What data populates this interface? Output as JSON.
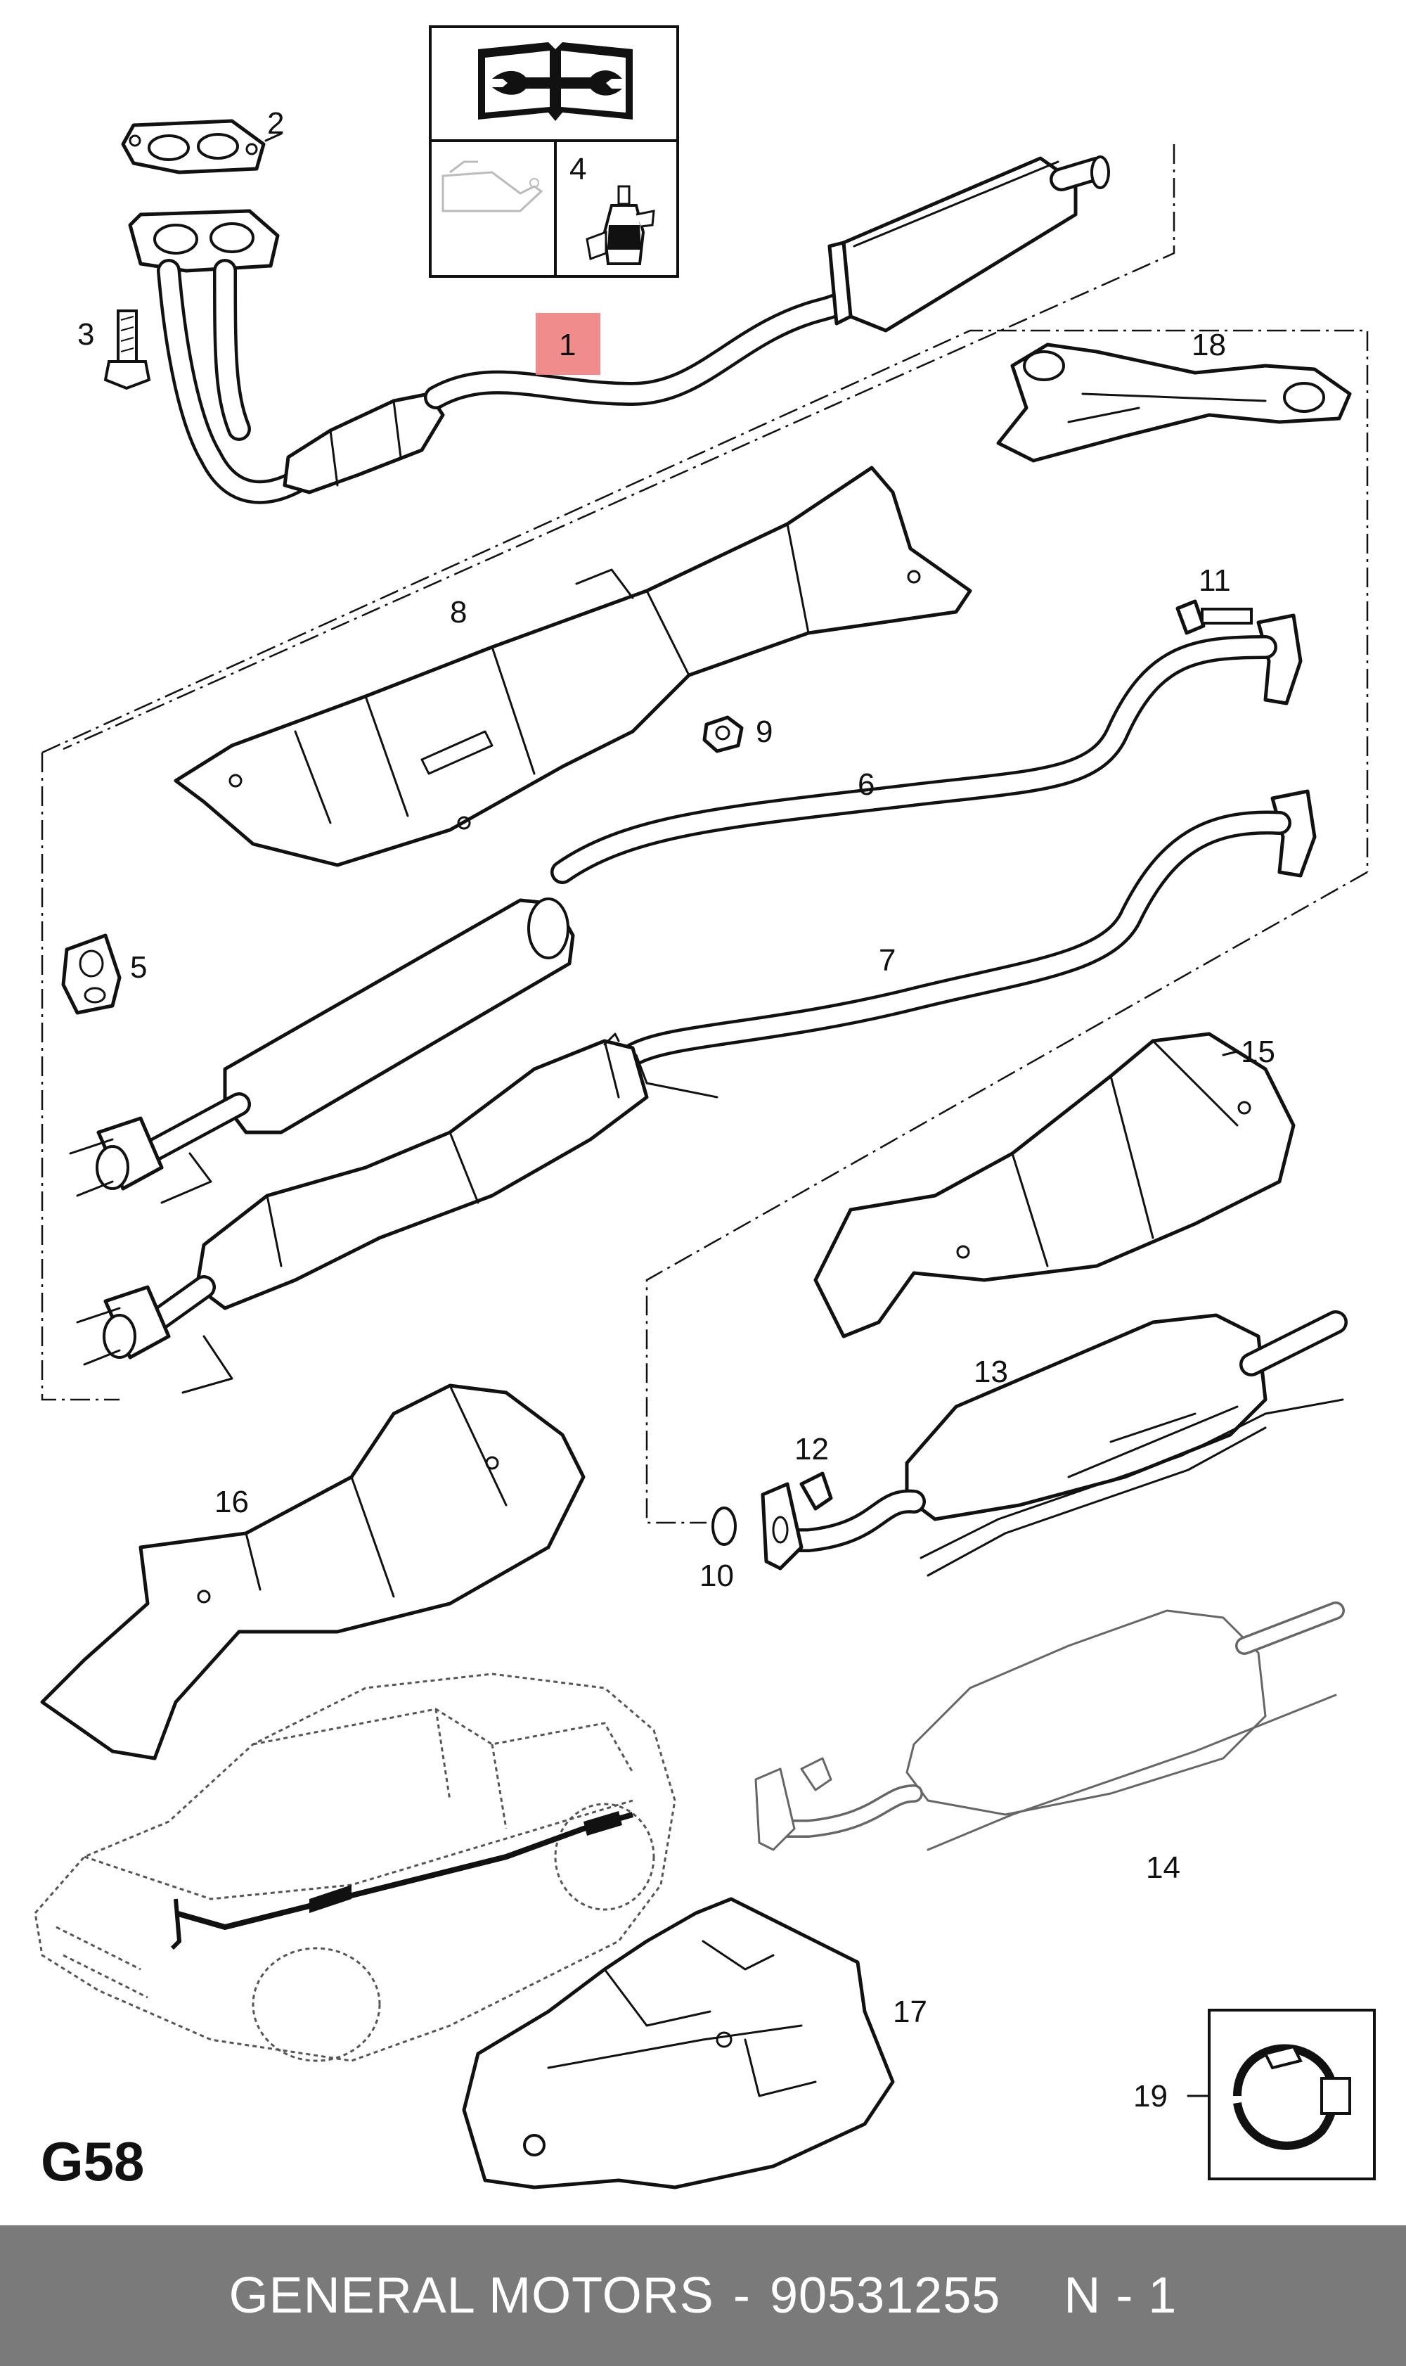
{
  "diagram": {
    "code": "G58",
    "highlight_color": "#f08080",
    "callouts": [
      {
        "id": "1",
        "label": "1"
      },
      {
        "id": "2",
        "label": "2"
      },
      {
        "id": "3",
        "label": "3"
      },
      {
        "id": "4",
        "label": "4"
      },
      {
        "id": "5",
        "label": "5"
      },
      {
        "id": "6",
        "label": "6"
      },
      {
        "id": "7",
        "label": "7"
      },
      {
        "id": "8",
        "label": "8"
      },
      {
        "id": "9",
        "label": "9"
      },
      {
        "id": "10",
        "label": "10"
      },
      {
        "id": "11",
        "label": "11"
      },
      {
        "id": "12",
        "label": "12"
      },
      {
        "id": "13",
        "label": "13"
      },
      {
        "id": "14",
        "label": "14"
      },
      {
        "id": "15",
        "label": "15"
      },
      {
        "id": "16",
        "label": "16"
      },
      {
        "id": "17",
        "label": "17"
      },
      {
        "id": "18",
        "label": "18"
      },
      {
        "id": "19",
        "label": "19"
      }
    ],
    "icons": [
      "manual-book-wrench-icon",
      "oil-can-icon",
      "adhesive-tube-icon"
    ]
  },
  "footer": {
    "brand": "GENERAL MOTORS",
    "separator": "-",
    "part_number": "90531255",
    "quantity": "N - 1",
    "background": "#7a7a7a",
    "text_color": "#ffffff"
  }
}
